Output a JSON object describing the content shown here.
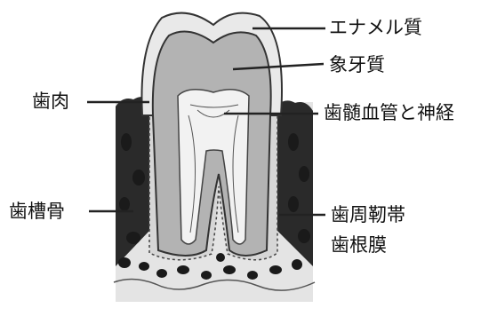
{
  "labels": {
    "enamel": "エナメル質",
    "dentin": "象牙質",
    "gingiva": "歯肉",
    "pulp": "歯髄血管と神経",
    "alveolar_bone": "歯槽骨",
    "periodontal_ligament": "歯周靭帯",
    "periodontal_membrane": "歯根膜"
  },
  "colors": {
    "enamel": "#e9e9e9",
    "dentin": "#b3b3b3",
    "pulp": "#f2f2f2",
    "gum": "#c9c9c9",
    "bone": "#e4e4e4",
    "dark": "#1a1a1a",
    "leader": "#222222"
  }
}
